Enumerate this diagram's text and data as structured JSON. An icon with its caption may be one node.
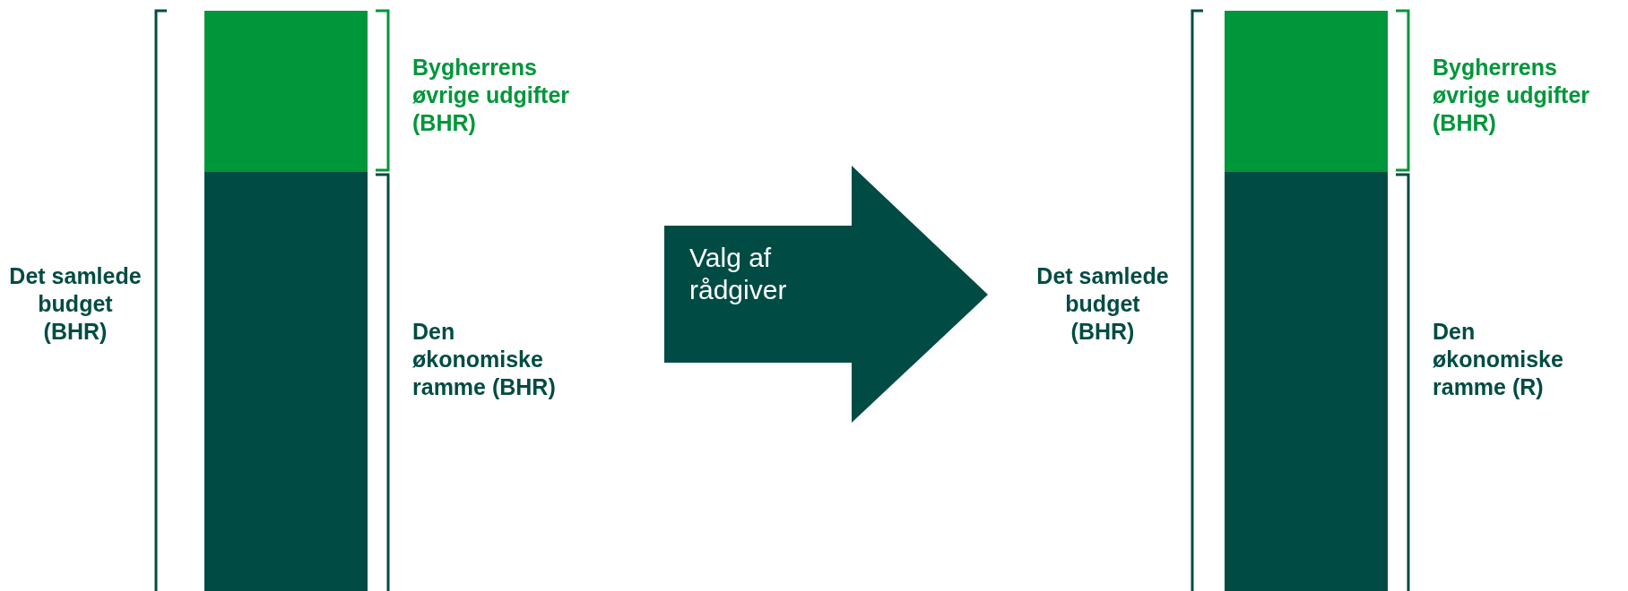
{
  "diagram": {
    "nodes": [
      {
        "text": [
          "Valg af rådgiver"
        ]
      }
    ],
    "edges": [],
    "labels": [
      "Det samlede budget (BHR)",
      "Bygherrens øvrige udgifter (BHR)",
      "Den økonomiske ramme (BHR)",
      "Det samlede budget (BHR)",
      "Bygherrens øvrige udgifter (BHR)",
      "Den økonomiske ramme (R)"
    ]
  }
}
